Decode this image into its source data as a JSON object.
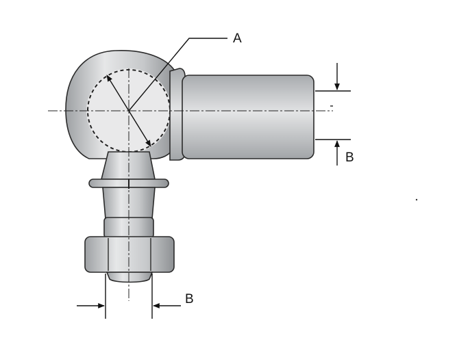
{
  "labels": {
    "a": "A",
    "b_right": "B",
    "b_bottom": "B"
  },
  "colors": {
    "steel_dark": "#a9acaf",
    "steel_light": "#e6e7e8",
    "outline": "#2a2a2a"
  }
}
